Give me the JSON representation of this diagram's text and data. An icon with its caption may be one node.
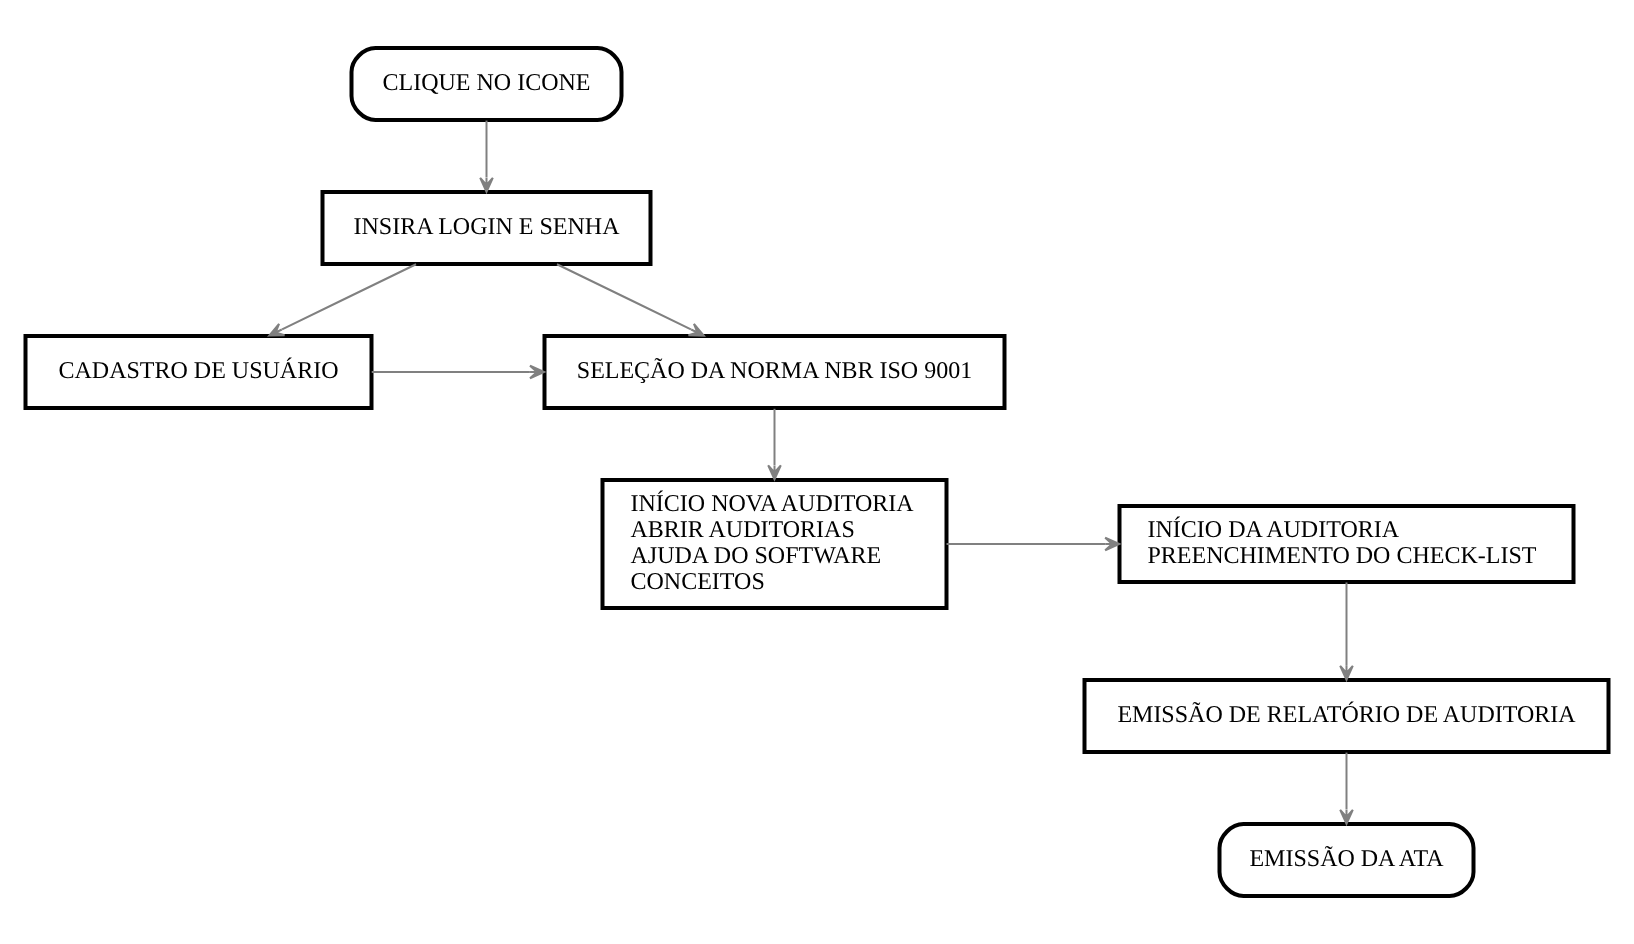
{
  "diagram": {
    "nodes": [
      {
        "text": [
          "CLIQUE NO ICONE"
        ]
      },
      {
        "text": [
          "INSIRA LOGIN E SENHA"
        ]
      },
      {
        "text": [
          "CADASTRO DE USUÁRIO"
        ]
      },
      {
        "text": [
          "SELEÇÃO DA NORMA NBR ISO 9001"
        ]
      },
      {
        "text": [
          "INÍCIO NOVA AUDITORIA",
          "ABRIR AUDITORIAS",
          "AJUDA DO SOFTWARE",
          "CONCEITOS"
        ]
      },
      {
        "text": [
          "INÍCIO DA AUDITORIA",
          "PREENCHIMENTO DO CHECK-LIST"
        ]
      },
      {
        "text": [
          "EMISSÃO DE RELATÓRIO DE AUDITORIA"
        ]
      },
      {
        "text": [
          "EMISSÃO DA ATA"
        ]
      }
    ],
    "edges": [
      {
        "from": 0,
        "to": 1,
        "arrow": "to"
      },
      {
        "from": 1,
        "to": 2,
        "arrow": "to"
      },
      {
        "from": 1,
        "to": 3,
        "arrow": "to"
      },
      {
        "from": 2,
        "to": 3,
        "arrow": "to"
      },
      {
        "from": 3,
        "to": 4,
        "arrow": "to"
      },
      {
        "from": 4,
        "to": 5,
        "arrow": "to"
      },
      {
        "from": 5,
        "to": 6,
        "arrow": "to"
      },
      {
        "from": 6,
        "to": 7,
        "arrow": "to"
      }
    ]
  }
}
